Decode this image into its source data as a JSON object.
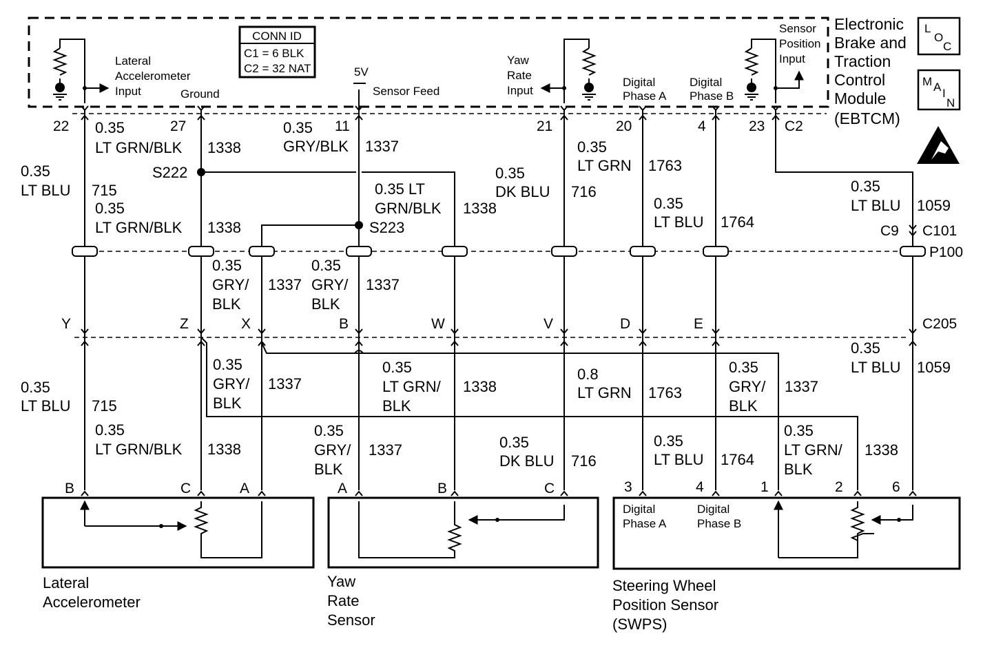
{
  "module": {
    "title_lines": [
      "Electronic",
      "Brake and",
      "Traction",
      "Control",
      "Module",
      "(EBTCM)"
    ],
    "loc_badge": [
      "L",
      "O",
      "C"
    ],
    "main_badge": [
      "M",
      "A",
      "I",
      "N"
    ],
    "esd_icon": "esd-warning-icon"
  },
  "conn_id": {
    "title": "CONN ID",
    "rows": [
      "C1 = 6 BLK",
      "C2 = 32 NAT"
    ]
  },
  "module_labels": {
    "lateral_input": [
      "Lateral",
      "Accelerometer",
      "Input"
    ],
    "ground": "Ground",
    "v5": "5V",
    "sensor_feed": "Sensor Feed",
    "yaw_input": [
      "Yaw",
      "Rate",
      "Input"
    ],
    "digital_a": [
      "Digital",
      "Phase A"
    ],
    "digital_b": [
      "Digital",
      "Phase B"
    ],
    "sensor_position": [
      "Sensor",
      "Position",
      "Input"
    ]
  },
  "pins_top": {
    "p22": "22",
    "p27": "27",
    "p11": "11",
    "p21": "21",
    "p20": "20",
    "p4": "4",
    "p23": "23",
    "c2": "C2"
  },
  "splices": {
    "s222": "S222",
    "s223": "S223"
  },
  "connectors": {
    "c9": "C9",
    "c101": "C101",
    "p100": "P100",
    "c205": "C205"
  },
  "c205_letters": {
    "y": "Y",
    "z": "Z",
    "x": "X",
    "b": "B",
    "w": "W",
    "v": "V",
    "d": "D",
    "e": "E"
  },
  "wires_upper": {
    "w715": [
      "0.35",
      "LT BLU",
      "715"
    ],
    "w1338_a": [
      "0.35",
      "LT GRN/BLK",
      "1338"
    ],
    "w1337_a": [
      "0.35",
      "GRY/BLK",
      "1337"
    ],
    "w1338_b": [
      "0.35 LT",
      "GRN/BLK",
      "1338"
    ],
    "w716": [
      "0.35",
      "DK BLU",
      "716"
    ],
    "w1763": [
      "0.35",
      "LT GRN",
      "1763"
    ],
    "w1764": [
      "0.35",
      "LT BLU",
      "1764"
    ],
    "w1059": [
      "0.35",
      "LT BLU",
      "1059"
    ],
    "w1338_c": [
      "0.35",
      "LT GRN/BLK",
      "1338"
    ]
  },
  "wires_mid": {
    "gry_x": [
      "0.35",
      "GRY/",
      "BLK",
      "1337"
    ],
    "gry_b": [
      "0.35",
      "GRY/",
      "BLK",
      "1337"
    ]
  },
  "wires_lower": {
    "w715": [
      "0.35",
      "LT BLU",
      "715"
    ],
    "w1338_lat": [
      "0.35",
      "LT GRN/BLK",
      "1338"
    ],
    "gry_lat": [
      "0.35",
      "GRY/",
      "BLK",
      "1337"
    ],
    "grn_yaw": [
      "0.35",
      "LT GRN/",
      "BLK",
      "1338"
    ],
    "gry_yaw": [
      "0.35",
      "GRY/",
      "BLK",
      "1337"
    ],
    "w716": [
      "0.35",
      "DK BLU",
      "716"
    ],
    "w1763": [
      "0.8",
      "LT GRN",
      "1763"
    ],
    "w1764": [
      "0.35",
      "LT BLU",
      "1764"
    ],
    "gry_sw": [
      "0.35",
      "GRY/",
      "BLK",
      "1337"
    ],
    "grn_sw": [
      "0.35",
      "LT GRN/",
      "BLK",
      "1338"
    ],
    "w1059": [
      "0.35",
      "LT BLU",
      "1059"
    ]
  },
  "sensor_pins": {
    "lat_b": "B",
    "lat_c": "C",
    "lat_a": "A",
    "yaw_a": "A",
    "yaw_b": "B",
    "yaw_c": "C",
    "sw_3": "3",
    "sw_4": "4",
    "sw_1": "1",
    "sw_2": "2",
    "sw_6": "6"
  },
  "sensors": {
    "lateral": [
      "Lateral",
      "Accelerometer"
    ],
    "yaw": [
      "Yaw",
      "Rate",
      "Sensor"
    ],
    "swps": [
      "Steering Wheel",
      "Position Sensor",
      "(SWPS)"
    ],
    "swps_digital_a": [
      "Digital",
      "Phase A"
    ],
    "swps_digital_b": [
      "Digital",
      "Phase B"
    ]
  }
}
